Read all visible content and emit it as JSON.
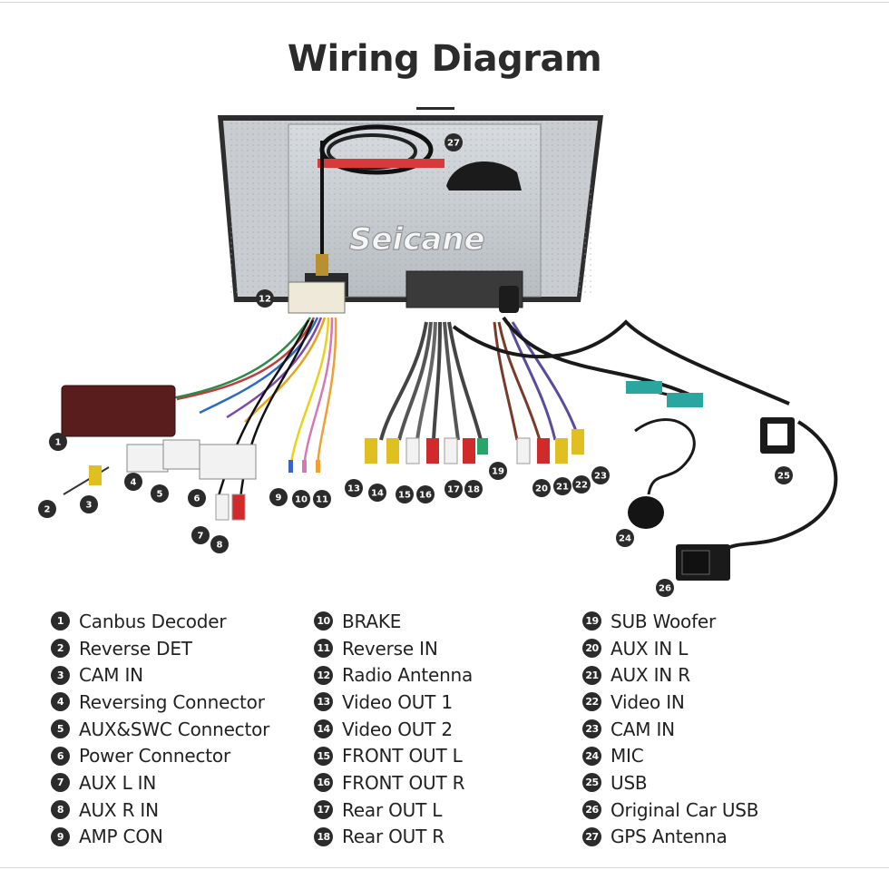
{
  "title": "Wiring Diagram",
  "watermark": "Seicane",
  "callouts": [
    "1",
    "2",
    "3",
    "4",
    "5",
    "6",
    "7",
    "8",
    "9",
    "10",
    "11",
    "12",
    "13",
    "14",
    "15",
    "16",
    "17",
    "18",
    "19",
    "20",
    "21",
    "22",
    "23",
    "24",
    "25",
    "26",
    "27"
  ],
  "legend": {
    "col1": [
      {
        "num": "1",
        "label": "Canbus Decoder"
      },
      {
        "num": "2",
        "label": "Reverse DET"
      },
      {
        "num": "3",
        "label": "CAM IN"
      },
      {
        "num": "4",
        "label": "Reversing Connector"
      },
      {
        "num": "5",
        "label": "AUX&SWC Connector"
      },
      {
        "num": "6",
        "label": "Power Connector"
      },
      {
        "num": "7",
        "label": "AUX  L  IN"
      },
      {
        "num": "8",
        "label": "AUX  R  IN"
      },
      {
        "num": "9",
        "label": "AMP CON"
      }
    ],
    "col2": [
      {
        "num": "10",
        "label": "BRAKE"
      },
      {
        "num": "11",
        "label": "Reverse IN"
      },
      {
        "num": "12",
        "label": "Radio Antenna"
      },
      {
        "num": "13",
        "label": "Video OUT 1"
      },
      {
        "num": "14",
        "label": "Video OUT 2"
      },
      {
        "num": "15",
        "label": "FRONT OUT L"
      },
      {
        "num": "16",
        "label": "FRONT OUT R"
      },
      {
        "num": "17",
        "label": "Rear OUT L"
      },
      {
        "num": "18",
        "label": "Rear OUT R"
      }
    ],
    "col3": [
      {
        "num": "19",
        "label": "SUB Woofer"
      },
      {
        "num": "20",
        "label": "AUX IN L"
      },
      {
        "num": "21",
        "label": "AUX IN R"
      },
      {
        "num": "22",
        "label": "Video IN"
      },
      {
        "num": "23",
        "label": "CAM IN"
      },
      {
        "num": "24",
        "label": "MIC"
      },
      {
        "num": "25",
        "label": "USB"
      },
      {
        "num": "26",
        "label": "Original Car USB"
      },
      {
        "num": "27",
        "label": "GPS Antenna"
      }
    ]
  }
}
